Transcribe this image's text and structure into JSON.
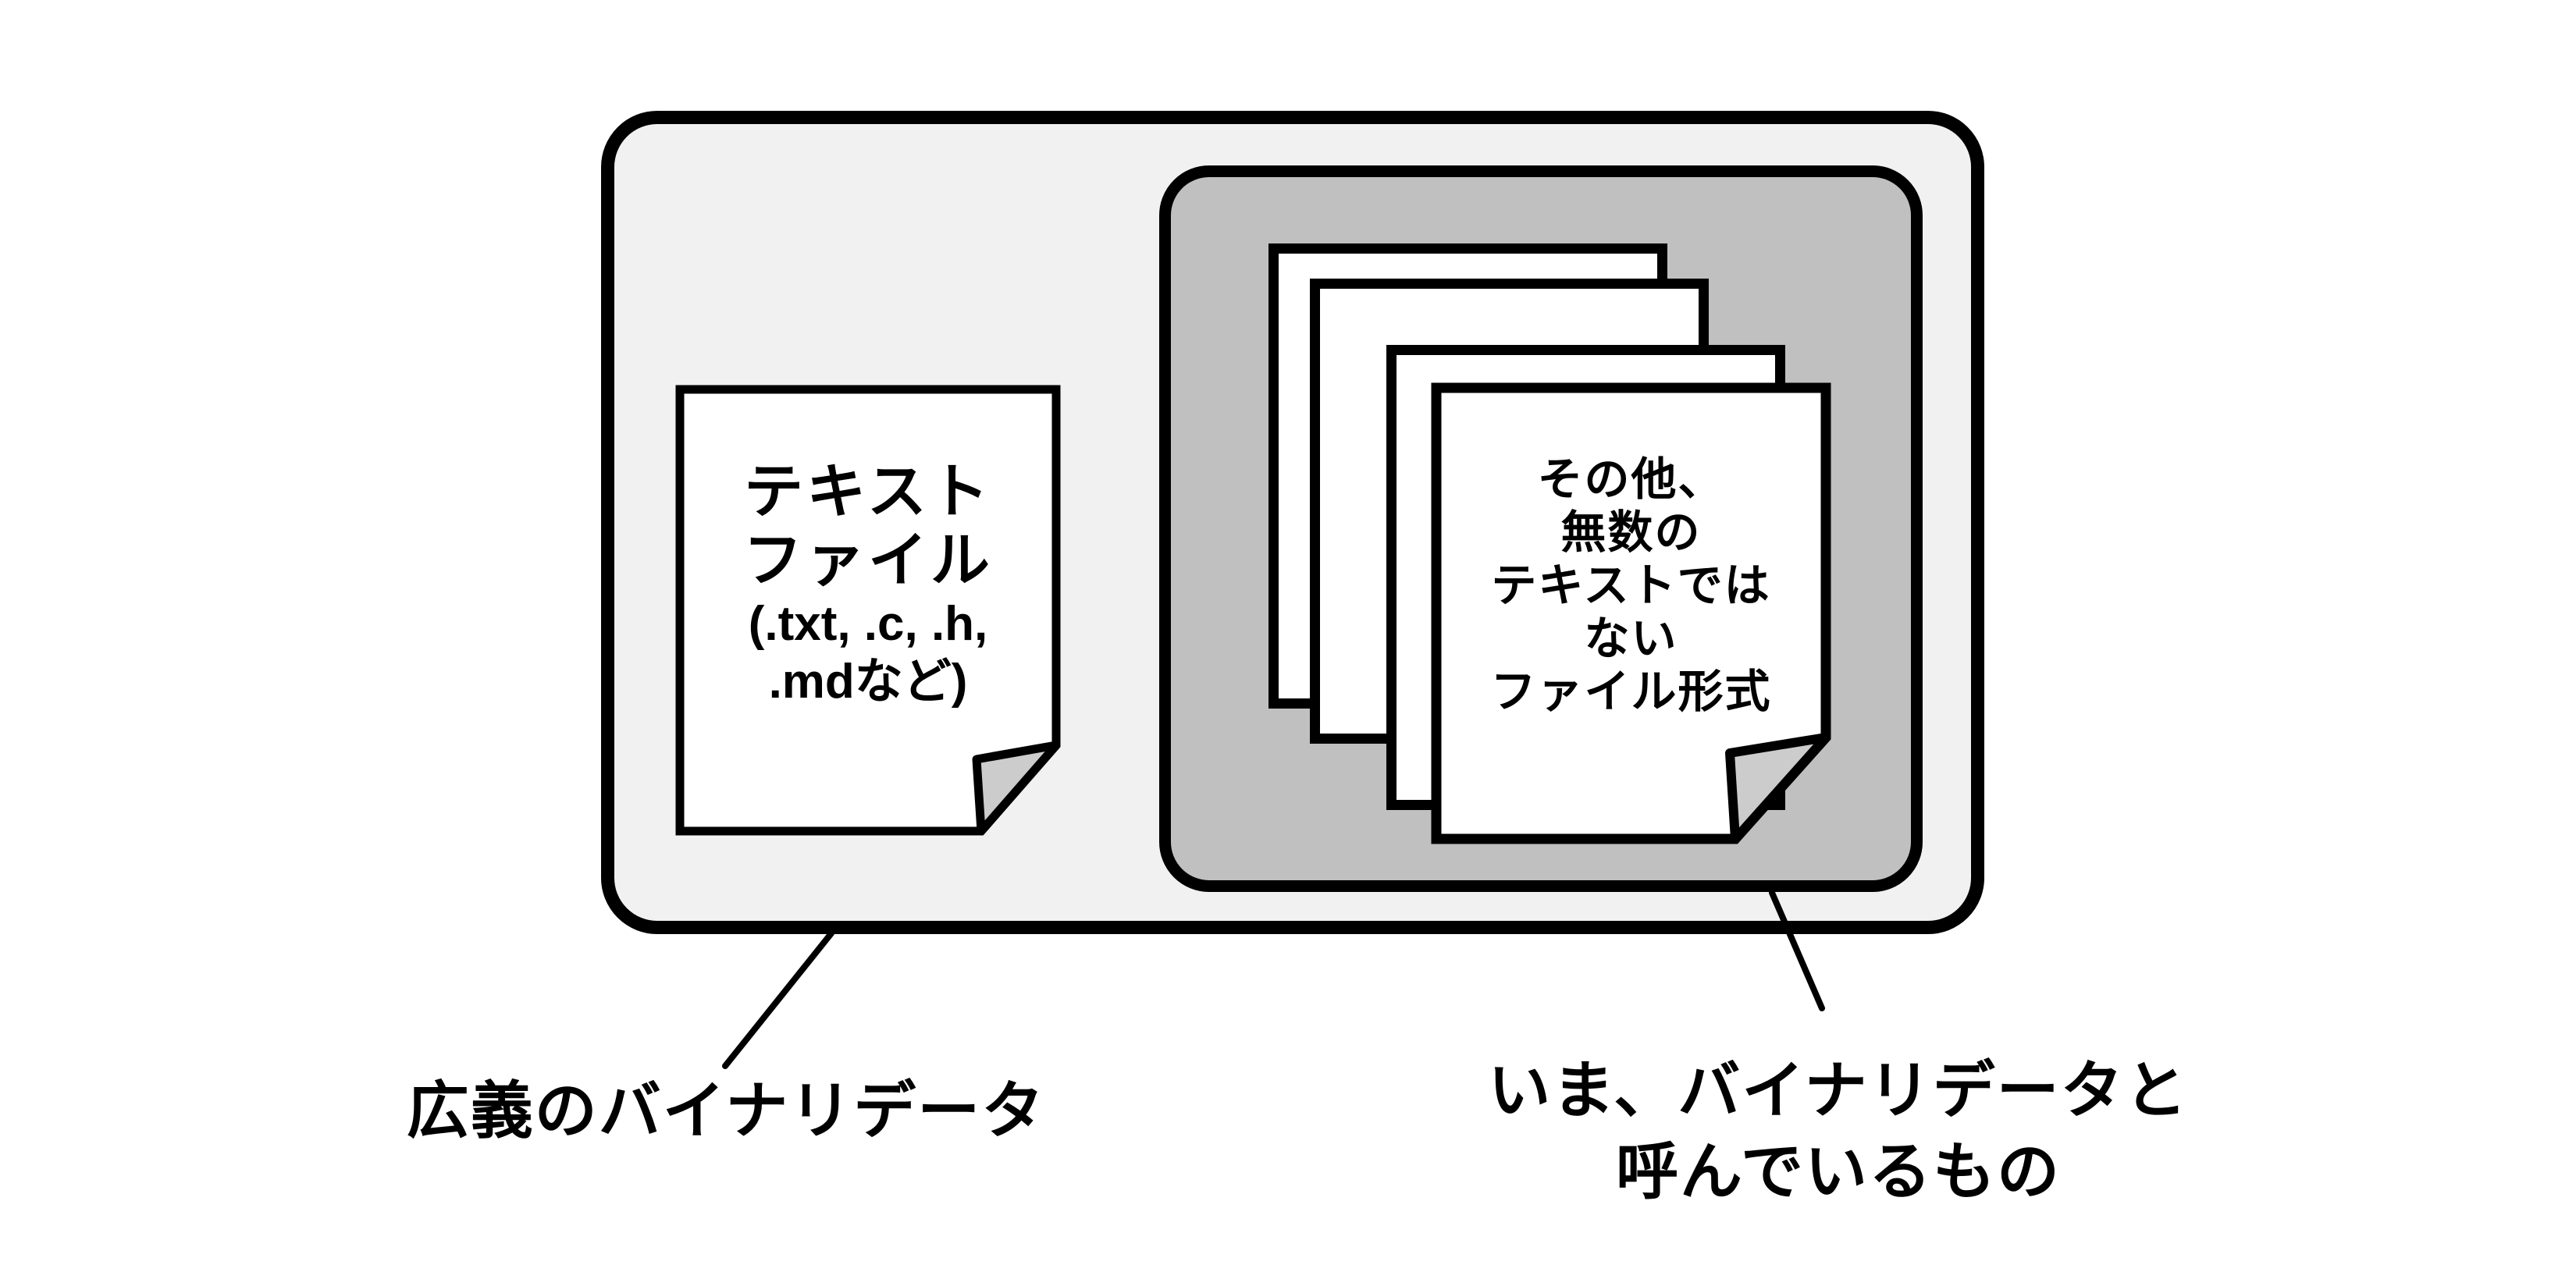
{
  "regions": {
    "outer": {
      "label": "広義のバイナリデータ",
      "fill": "#f1f1f1"
    },
    "inner": {
      "label_line1": "いま、バイナリデータと",
      "label_line2": "呼んでいるもの",
      "fill": "#c0c0c0"
    }
  },
  "text_file_doc": {
    "lines": [
      "テキスト",
      "ファイル",
      "(.txt, .c, .h,",
      ".mdなど)"
    ]
  },
  "other_files_doc": {
    "lines": [
      "その他、",
      "無数の",
      "テキストでは",
      "ない",
      "ファイル形式"
    ]
  },
  "colors": {
    "stroke": "#000000",
    "paper": "#ffffff",
    "fold": "#cccccc",
    "outer_fill": "#f1f1f1",
    "inner_fill": "#c0c0c0",
    "background": "#ffffff"
  }
}
